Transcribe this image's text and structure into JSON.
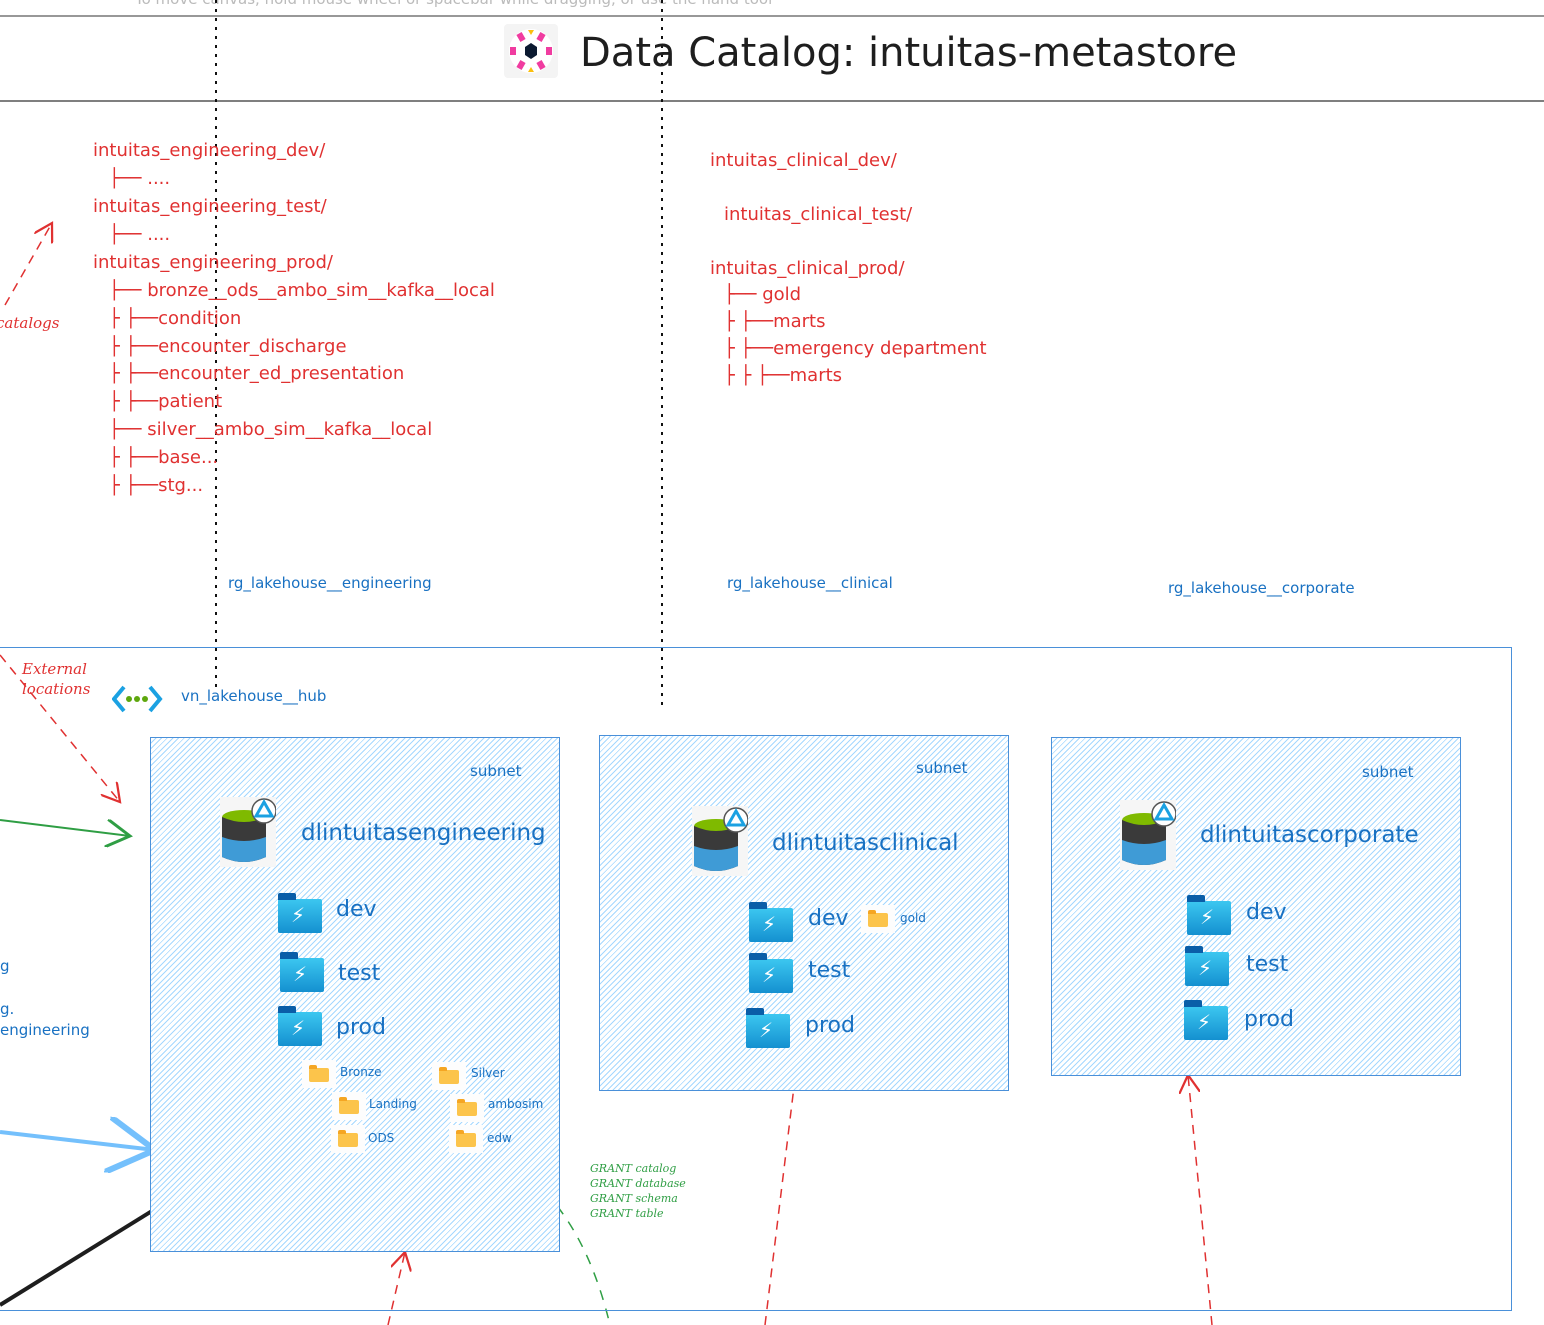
{
  "header": {
    "hint": "To move canvas, hold mouse wheel or spacebar while dragging, or use the hand tool",
    "title": "Data Catalog: intuitas-metastore"
  },
  "annotations": {
    "catalogs": "catalogs",
    "external_locations": "External locations",
    "grants": [
      "GRANT catalog",
      "GRANT database",
      "GRANT schema",
      "GRANT table"
    ]
  },
  "engineering_tree": [
    "intuitas_engineering_dev/",
    "├── ....",
    "intuitas_engineering_test/",
    "├── ....",
    "intuitas_engineering_prod/",
    "├── bronze__ods__ambo_sim__kafka__local",
    "├     ├──condition",
    "├     ├──encounter_discharge",
    "├     ├──encounter_ed_presentation",
    "├     ├──patient",
    "├── silver__ambo_sim__kafka__local",
    "├     ├──base...",
    "├     ├──stg..."
  ],
  "clinical_tree": [
    "intuitas_clinical_dev/",
    "intuitas_clinical_test/",
    "intuitas_clinical_prod/",
    "├── gold",
    "├     ├──marts",
    "├     ├──emergency department",
    "├     ├     ├──marts"
  ],
  "resource_groups": [
    "rg_lakehouse__engineering",
    "rg_lakehouse__clinical",
    "rg_lakehouse__corporate"
  ],
  "vnet": {
    "label": "vn_lakehouse__hub"
  },
  "left_clipped": [
    "g",
    "g.",
    "engineering"
  ],
  "subnets": [
    {
      "label": "subnet",
      "name": "dlintuitasengineering",
      "envs": [
        "dev",
        "test",
        "prod"
      ],
      "folders": [
        "Bronze",
        "Silver",
        "Landing",
        "ambosim",
        "ODS",
        "edw"
      ]
    },
    {
      "label": "subnet",
      "name": "dlintuitasclinical",
      "envs": [
        "dev",
        "test",
        "prod"
      ],
      "folders": [
        "gold"
      ]
    },
    {
      "label": "subnet",
      "name": "dlintuitascorporate",
      "envs": [
        "dev",
        "test",
        "prod"
      ]
    }
  ],
  "colors": {
    "red": "#e03131",
    "blue": "#1971c2",
    "green": "#2f9e44",
    "subnet_border": "#4a90d9"
  }
}
